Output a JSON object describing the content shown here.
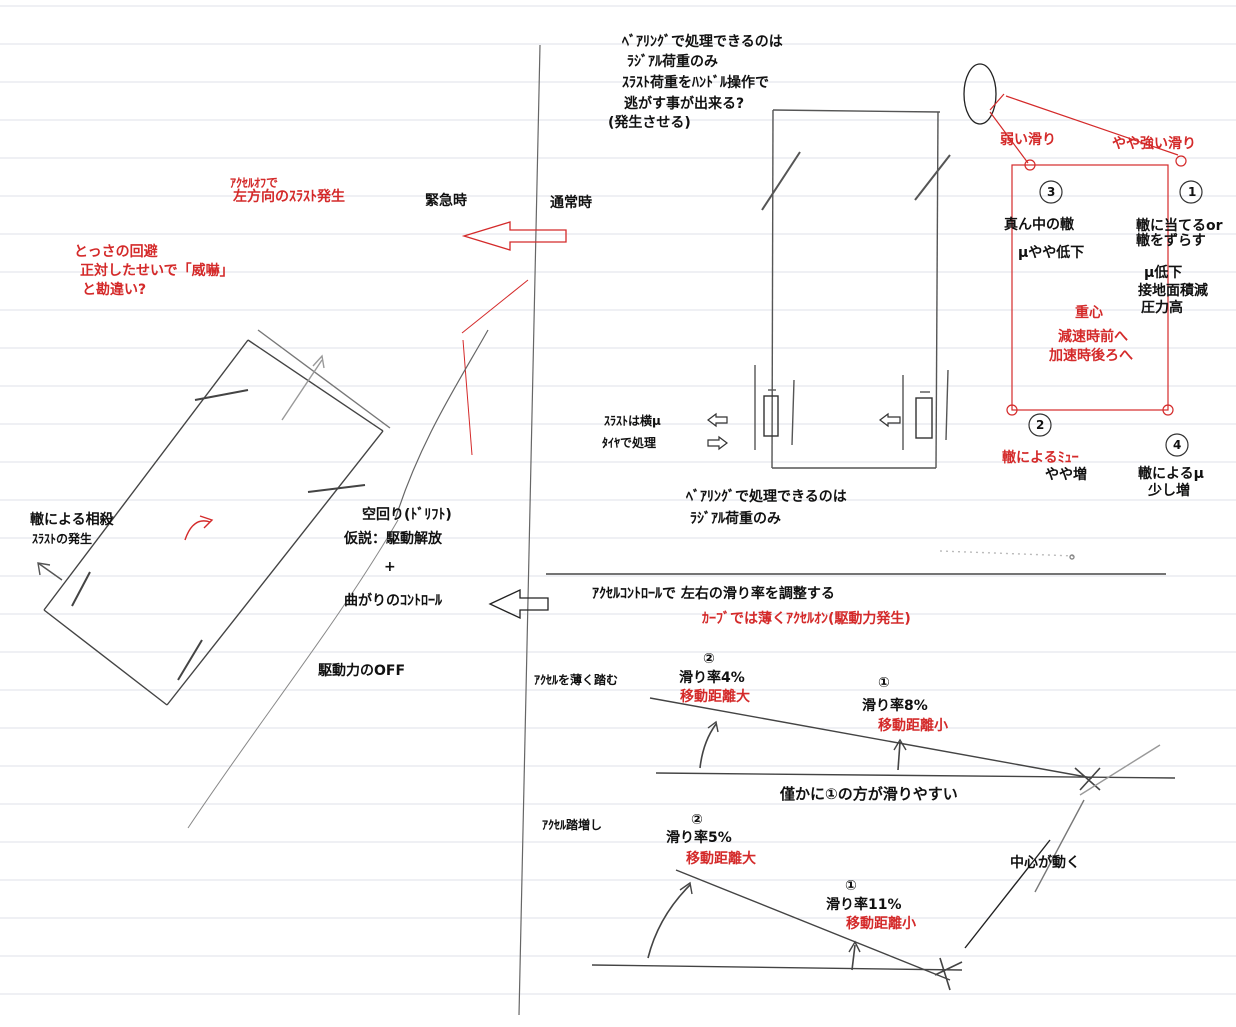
{
  "colors": {
    "ink": "#111111",
    "red": "#d42a2a",
    "pencil": "#555555",
    "rule": "#dfe2ea"
  },
  "labels": {
    "bearing_top_1": "ﾍﾞｱﾘﾝｸﾞで処理できるのは",
    "bearing_top_2": "ﾗｼﾞｱﾙ荷重のみ",
    "thrust_handle_1": "ｽﾗｽﾄ荷重をﾊﾝﾄﾞﾙ操作で",
    "thrust_handle_2": "逃がす事が出来る?",
    "thrust_handle_3": "(発生させる)",
    "accel_off_1": "ｱｸｾﾙｵﾌで",
    "accel_off_2": "左方向のｽﾗｽﾄ発生",
    "emergency": "緊急時",
    "normal": "通常時",
    "avoid_1": "とっさの回避",
    "avoid_2": "正対したせいで「威嚇」",
    "avoid_3": "と勘違い?",
    "weak_slip": "弱い滑り",
    "strong_slip": "やや強い滑り",
    "rut_center": "真ん中の轍",
    "mu_slight_down": "μやや低下",
    "rut_hit_1": "轍に当てるor",
    "rut_hit_2": "轍をずらす",
    "mu_down": "μ低下",
    "contact_area": "接地面積減",
    "pressure_high": "圧力高",
    "cog": "重心",
    "decel_front": "減速時前へ",
    "accel_back": "加速時後ろへ",
    "thrust_mu": "ｽﾗｽﾄは横μ",
    "tire_process": "ﾀｲﾔで処理",
    "rut_mu_red": "轍によるﾐｭｰ",
    "slight_increase": "やや増",
    "rut_mu_4a": "轍によるμ",
    "rut_mu_4b": "少し増",
    "bearing_bot_1": "ﾍﾞｱﾘﾝｸﾞで処理できるのは",
    "bearing_bot_2": "ﾗｼﾞｱﾙ荷重のみ",
    "rut_cancel_1": "轍による相殺",
    "rut_cancel_2": "ｽﾗｽﾄの発生",
    "spin_drift": "空回り(ﾄﾞﾘﾌﾄ)",
    "hypothesis": "仮説：駆動解放",
    "plus": "+",
    "curve_control": "曲がりのｺﾝﾄﾛｰﾙ",
    "drive_off": "駆動力のOFF",
    "accel_control": "ｱｸｾﾙｺﾝﾄﾛｰﾙで 左右の滑り率を調整する",
    "curve_light": "ｶｰﾌﾞでは薄くｱｸｾﾙｵﾝ(駆動力発生)",
    "press_lightly": "ｱｸｾﾙを薄く踏む",
    "num2": "②",
    "num1": "①",
    "slip4": "滑り率4%",
    "dist_large": "移動距離大",
    "slip8": "滑り率8%",
    "dist_small": "移動距離小",
    "slightly_easier": "僅かに①の方が滑りやすい",
    "press_more": "ｱｸｾﾙ踏増し",
    "slip5": "滑り率5%",
    "slip11": "滑り率11%",
    "center_moves": "中心が動く",
    "c3": "3",
    "c1": "1",
    "c2": "2",
    "c4": "4"
  }
}
